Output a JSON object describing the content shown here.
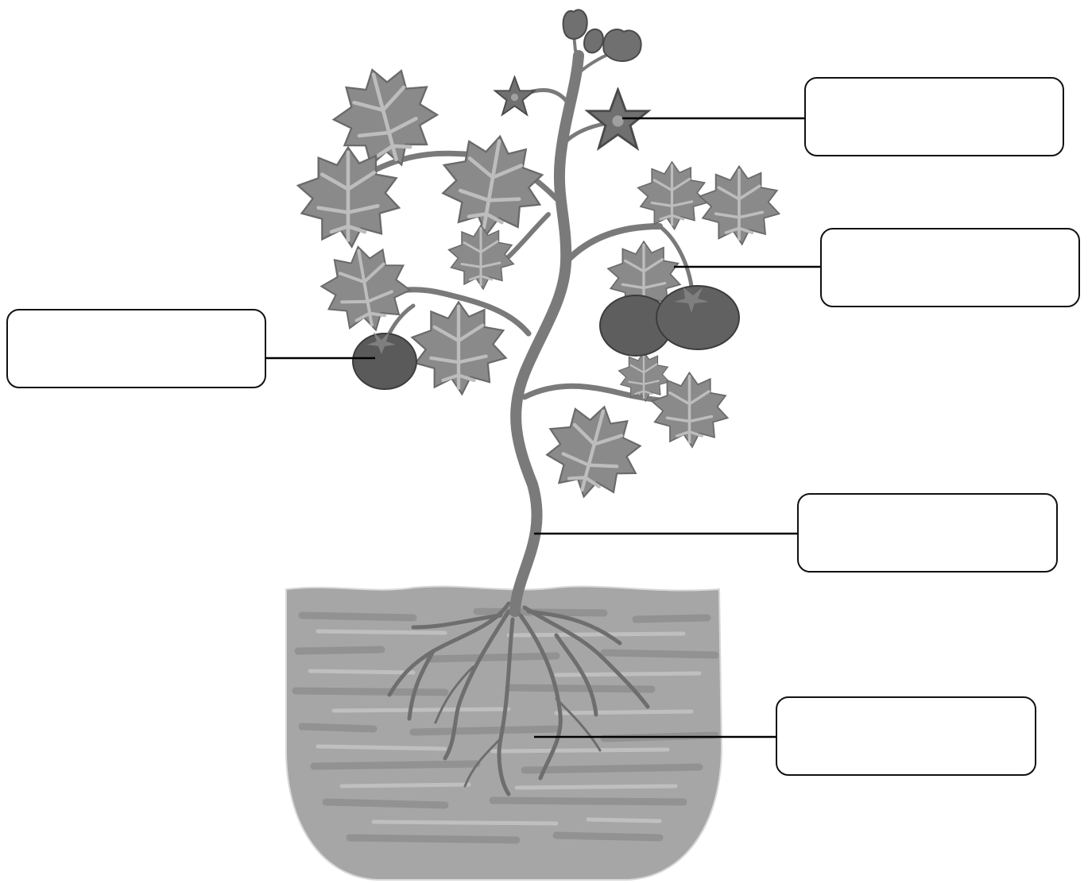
{
  "diagram": {
    "labels": [
      {
        "id": "flower",
        "text": ""
      },
      {
        "id": "leaf",
        "text": ""
      },
      {
        "id": "fruit",
        "text": ""
      },
      {
        "id": "stem",
        "text": ""
      },
      {
        "id": "root",
        "text": ""
      }
    ]
  },
  "colors": {
    "soil": "#a6a6a6",
    "soil_dark": "#8c8c8c",
    "soil_light": "#c4c4c4",
    "leaf": "#8a8a8a",
    "leaf_vein": "#b8b8b8",
    "stem": "#7a7a7a",
    "fruit": "#5e5e5e",
    "flower": "#6e6e6e",
    "line": "#000000"
  }
}
